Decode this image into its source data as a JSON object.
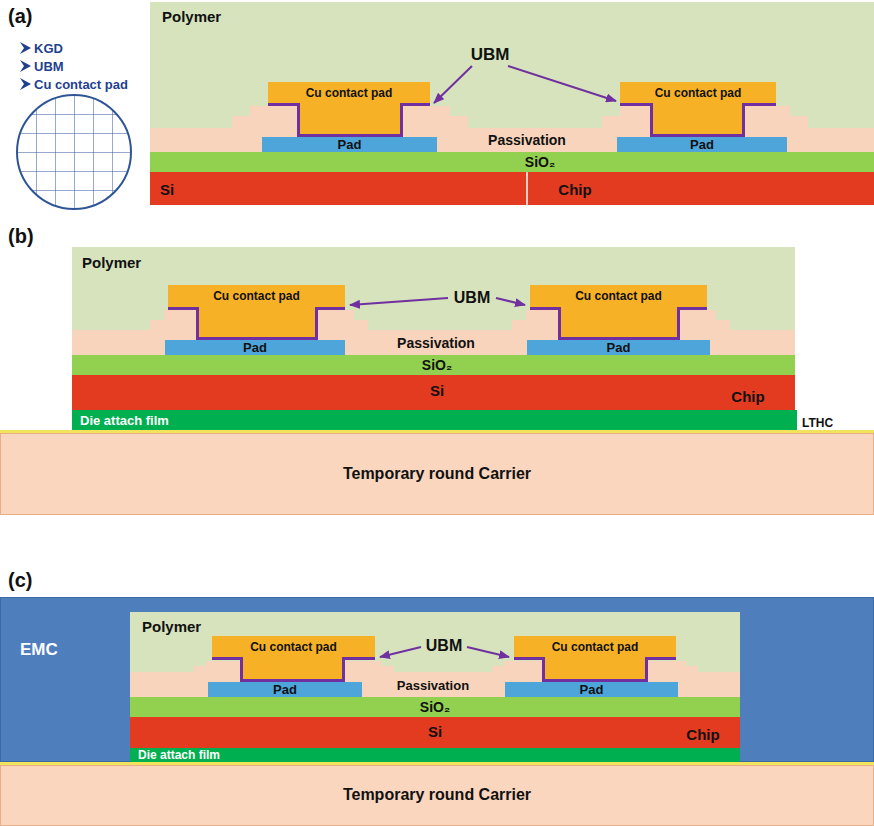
{
  "diagram": {
    "nodes": [
      {
        "text": [
          "Polymer"
        ]
      },
      {
        "text": [
          "Cu contact pad"
        ],
        "in": 0
      },
      {
        "text": [
          "Cu contact pad"
        ],
        "in": 0
      },
      {
        "text": [
          "Passivation"
        ]
      },
      {
        "text": [
          "Pad"
        ],
        "in": 3
      },
      {
        "text": [
          "Pad"
        ],
        "in": 3
      },
      {
        "text": [
          "SiO₂"
        ]
      },
      {
        "text": [
          "Si",
          "Chip"
        ]
      },
      {
        "text": [
          "Polymer"
        ]
      },
      {
        "text": [
          "Cu contact pad"
        ],
        "in": 8
      },
      {
        "text": [
          "Cu contact pad"
        ],
        "in": 8
      },
      {
        "text": [
          "Passivation"
        ]
      },
      {
        "text": [
          "Pad"
        ],
        "in": 11
      },
      {
        "text": [
          "Pad"
        ],
        "in": 11
      },
      {
        "text": [
          "SiO₂"
        ]
      },
      {
        "text": [
          "Si",
          "Chip"
        ]
      },
      {
        "text": [
          "Die attach film"
        ]
      },
      {
        "text": [
          "Temporary round Carrier"
        ]
      },
      {
        "text": [
          "EMC"
        ]
      },
      {
        "text": [
          "Polymer"
        ],
        "in": 18
      },
      {
        "text": [
          "Cu contact pad"
        ],
        "in": 19
      },
      {
        "text": [
          "Cu contact pad"
        ],
        "in": 19
      },
      {
        "text": [
          "Passivation"
        ],
        "in": 18
      },
      {
        "text": [
          "Pad"
        ],
        "in": 22
      },
      {
        "text": [
          "Pad"
        ],
        "in": 22
      },
      {
        "text": [
          "SiO₂"
        ],
        "in": 18
      },
      {
        "text": [
          "Si",
          "Chip"
        ],
        "in": 18
      },
      {
        "text": [
          "Die attach film"
        ],
        "in": 18
      },
      {
        "text": [
          "Temporary round Carrier"
        ]
      }
    ],
    "labels": [
      "(a)",
      "KGD",
      "UBM",
      "Cu contact pad",
      "UBM",
      "(b)",
      "UBM",
      "LTHC",
      "(c)",
      "UBM"
    ]
  }
}
